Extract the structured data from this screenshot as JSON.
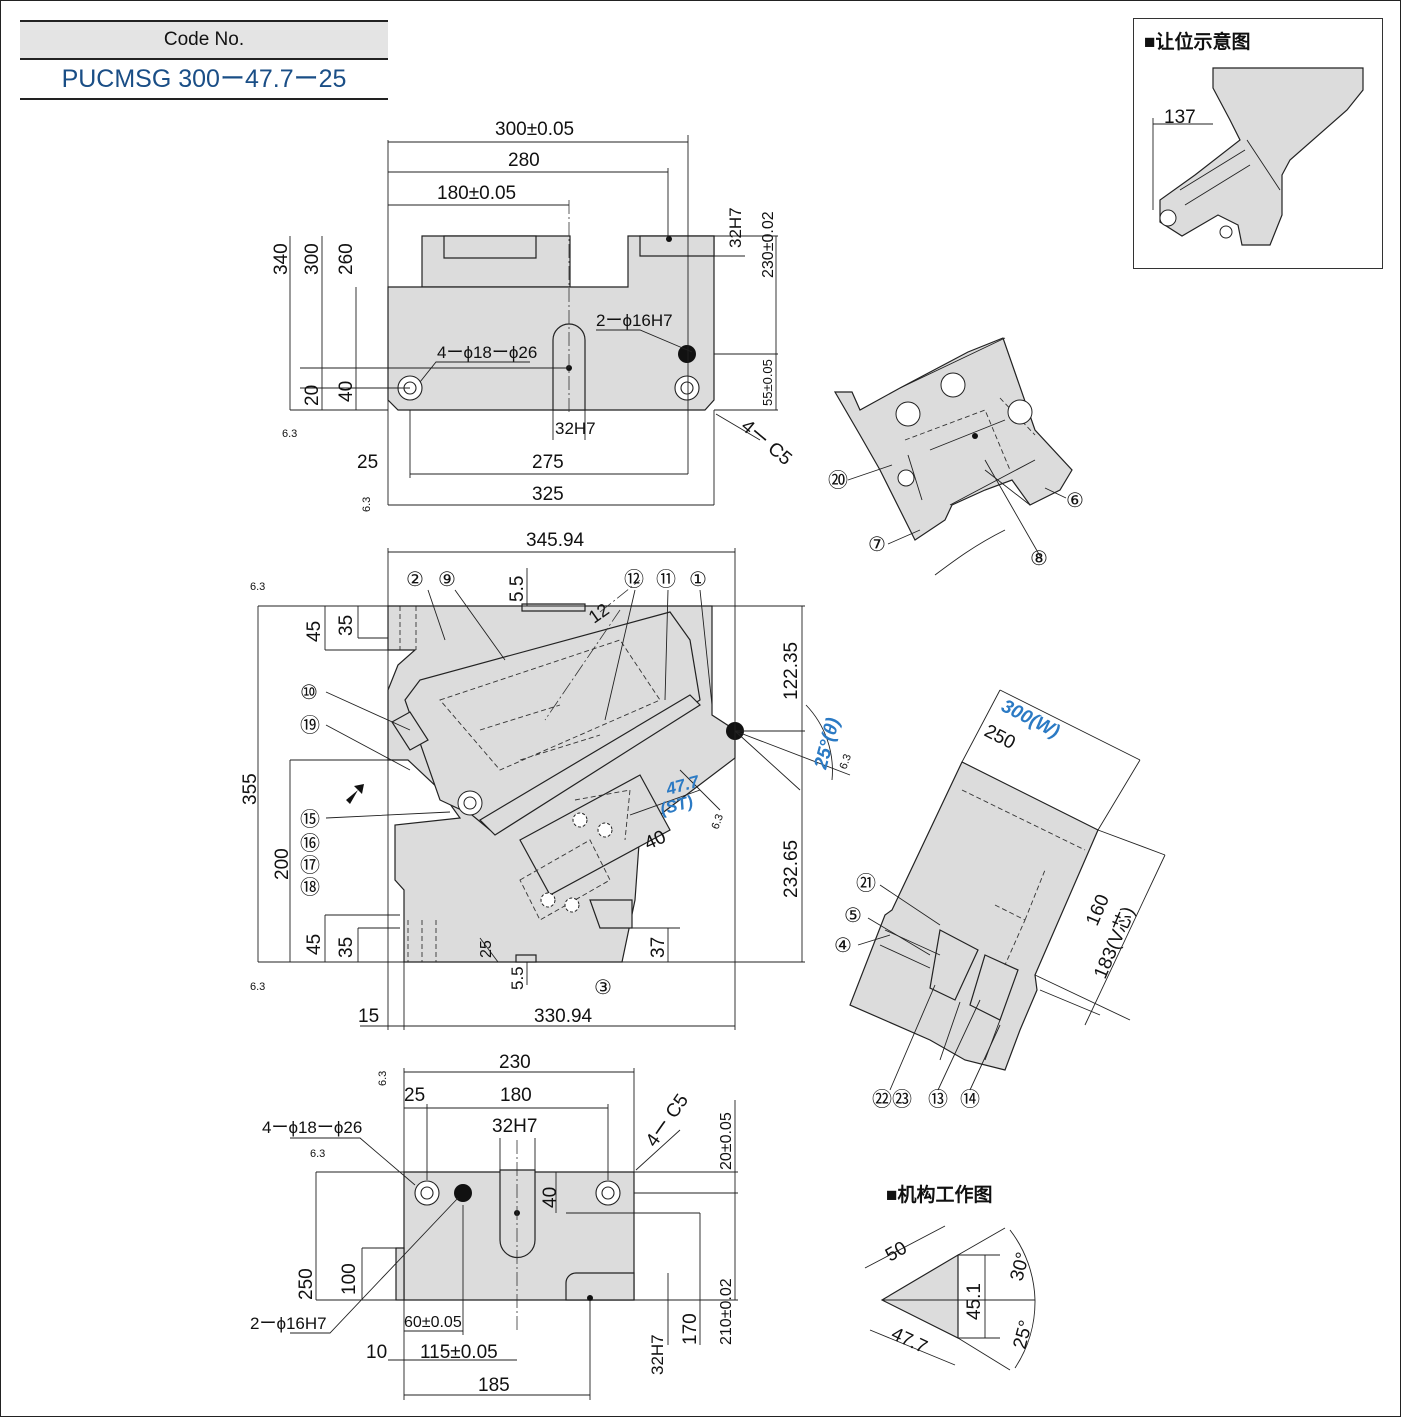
{
  "code_box": {
    "header": "Code No.",
    "value": "PUCMSG 300ー47.7ー25"
  },
  "relief": {
    "title": "■让位示意图",
    "dim": "137"
  },
  "mechanism": {
    "title": "■机构工作图",
    "dims": [
      "50",
      "45.1",
      "47.7",
      "30°",
      "25°"
    ]
  },
  "top_view": {
    "dims": [
      "300±0.05",
      "280",
      "180±0.05",
      "340",
      "300",
      "260",
      "40",
      "20",
      "32H7",
      "230±0.02",
      "55±0.05",
      "25",
      "275",
      "325",
      "32H7",
      "4ー C5",
      "6.3",
      "6.3"
    ],
    "callouts": [
      "4ーϕ18ーϕ26",
      "2ーϕ16H7"
    ]
  },
  "front_view": {
    "dims": [
      "345.94",
      "5.5",
      "12",
      "45",
      "35",
      "122.35",
      "25°(θ)",
      "6.3",
      "355",
      "200",
      "232.65",
      "45",
      "35",
      "25",
      "5.5",
      "37",
      "15",
      "330.94",
      "6.3",
      "6.3"
    ],
    "stroke": [
      "47.7",
      "(ST)",
      "40",
      "6.3"
    ],
    "balloons": [
      "②",
      "⑨",
      "⑫",
      "⑪",
      "①",
      "⑩",
      "⑲",
      "⑮",
      "⑯",
      "⑰",
      "⑱",
      "③"
    ]
  },
  "iso_view": {
    "balloons": [
      "⑳",
      "⑦",
      "⑧",
      "⑥"
    ]
  },
  "side_view": {
    "dims": [
      "250",
      "160",
      "183(V芯)"
    ],
    "blue_dims": [
      "300(W)"
    ],
    "balloons": [
      "㉑",
      "⑤",
      "④",
      "㉒㉓",
      "⑬",
      "⑭"
    ]
  },
  "bottom_view": {
    "dims": [
      "230",
      "25",
      "180",
      "32H7",
      "4ー C5",
      "20±0.05",
      "40",
      "250",
      "100",
      "60±0.05",
      "115±0.05",
      "185",
      "10",
      "32H7",
      "170",
      "210±0.02",
      "6.3",
      "6.3"
    ],
    "callouts": [
      "4ーϕ18ーϕ26",
      "2ーϕ16H7"
    ]
  }
}
